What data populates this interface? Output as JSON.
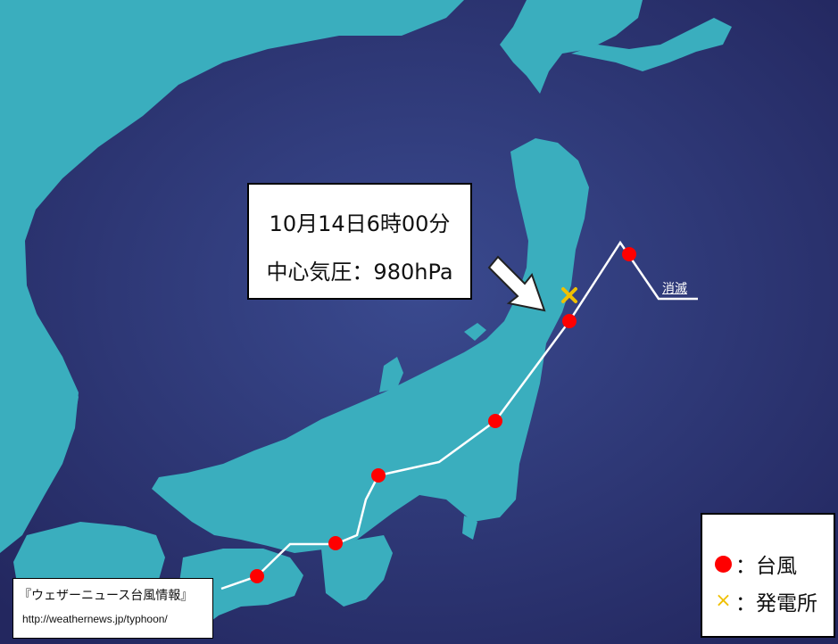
{
  "colors": {
    "sea": "#2b2f6e",
    "land": "#3aaebe",
    "track": "#ffffff",
    "typhoon_marker": "#ff0000",
    "power_plant_marker": "#f0c000"
  },
  "callout": {
    "line1": "10月14日6時00分",
    "line2": "中心気圧：980hPa"
  },
  "track_end_label": "消滅",
  "legend": {
    "typhoon_symbol": "●",
    "typhoon_label": "：台風",
    "plant_symbol": "×",
    "plant_label": "：発電所"
  },
  "credit": {
    "title": "『ウェザーニュース台風情報』",
    "url": "http://weathernews.jp/typhoon/"
  },
  "icons": [
    "typhoon-position-marker",
    "power-plant-x-icon",
    "arrow-pointer-icon"
  ]
}
